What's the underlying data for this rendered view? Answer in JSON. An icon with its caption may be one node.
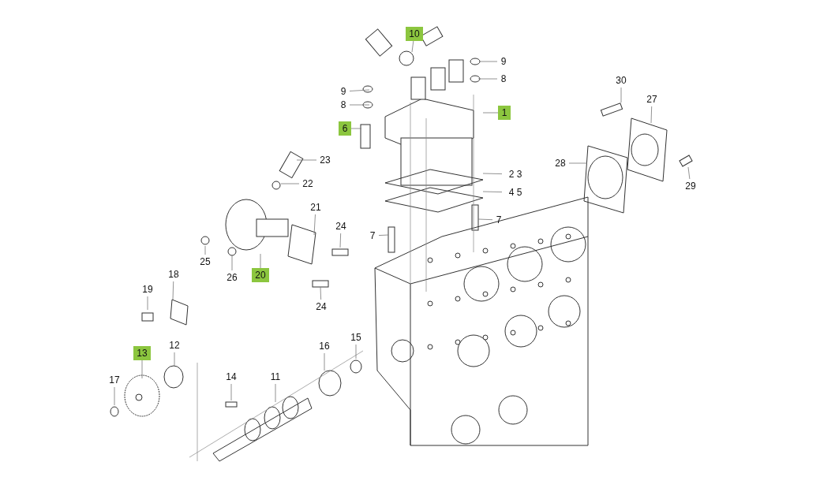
{
  "diagram": {
    "nodes": [
      {
        "text": [
          "10"
        ]
      },
      {
        "text": [
          "9"
        ]
      },
      {
        "text": [
          "8"
        ]
      },
      {
        "text": [
          "9"
        ]
      },
      {
        "text": [
          "8"
        ]
      },
      {
        "text": [
          "1"
        ]
      },
      {
        "text": [
          "6"
        ]
      },
      {
        "text": [
          "23"
        ]
      },
      {
        "text": [
          "22"
        ]
      },
      {
        "text": [
          "2 3"
        ]
      },
      {
        "text": [
          "4 5"
        ]
      },
      {
        "text": [
          "28"
        ]
      },
      {
        "text": [
          "30"
        ]
      },
      {
        "text": [
          "27"
        ]
      },
      {
        "text": [
          "29"
        ]
      },
      {
        "text": [
          "21"
        ]
      },
      {
        "text": [
          "24"
        ]
      },
      {
        "text": [
          "7"
        ]
      },
      {
        "text": [
          "7"
        ]
      },
      {
        "text": [
          "25"
        ]
      },
      {
        "text": [
          "26"
        ]
      },
      {
        "text": [
          "20"
        ]
      },
      {
        "text": [
          "24"
        ]
      },
      {
        "text": [
          "18"
        ]
      },
      {
        "text": [
          "19"
        ]
      },
      {
        "text": [
          "15"
        ]
      },
      {
        "text": [
          "16"
        ]
      },
      {
        "text": [
          "12"
        ]
      },
      {
        "text": [
          "13"
        ]
      },
      {
        "text": [
          "14"
        ]
      },
      {
        "text": [
          "11"
        ]
      },
      {
        "text": [
          "17"
        ]
      }
    ],
    "edges": [
      {
        "from": 0,
        "to": null,
        "arrow": "none"
      },
      {
        "from": 1,
        "to": null,
        "arrow": "none"
      },
      {
        "from": 2,
        "to": null,
        "arrow": "none"
      },
      {
        "from": 3,
        "to": null,
        "arrow": "none"
      },
      {
        "from": 4,
        "to": null,
        "arrow": "none"
      },
      {
        "from": 5,
        "to": null,
        "arrow": "none"
      },
      {
        "from": 6,
        "to": null,
        "arrow": "none"
      },
      {
        "from": 7,
        "to": null,
        "arrow": "none"
      },
      {
        "from": 8,
        "to": null,
        "arrow": "none"
      },
      {
        "from": 9,
        "to": null,
        "arrow": "none"
      },
      {
        "from": 10,
        "to": null,
        "arrow": "none"
      },
      {
        "from": 11,
        "to": null,
        "arrow": "none"
      },
      {
        "from": 12,
        "to": null,
        "arrow": "none"
      },
      {
        "from": 13,
        "to": null,
        "arrow": "none"
      },
      {
        "from": 14,
        "to": null,
        "arrow": "none"
      },
      {
        "from": 15,
        "to": null,
        "arrow": "none"
      },
      {
        "from": 16,
        "to": null,
        "arrow": "none"
      },
      {
        "from": 17,
        "to": null,
        "arrow": "none"
      },
      {
        "from": 18,
        "to": null,
        "arrow": "none"
      },
      {
        "from": 19,
        "to": null,
        "arrow": "none"
      },
      {
        "from": 20,
        "to": null,
        "arrow": "none"
      },
      {
        "from": 21,
        "to": null,
        "arrow": "none"
      },
      {
        "from": 22,
        "to": null,
        "arrow": "none"
      },
      {
        "from": 23,
        "to": null,
        "arrow": "none"
      },
      {
        "from": 24,
        "to": null,
        "arrow": "none"
      },
      {
        "from": 25,
        "to": null,
        "arrow": "none"
      },
      {
        "from": 26,
        "to": null,
        "arrow": "none"
      },
      {
        "from": 27,
        "to": null,
        "arrow": "none"
      },
      {
        "from": 28,
        "to": null,
        "arrow": "none"
      },
      {
        "from": 29,
        "to": null,
        "arrow": "none"
      },
      {
        "from": 30,
        "to": null,
        "arrow": "none"
      },
      {
        "from": 31,
        "to": null,
        "arrow": "none"
      }
    ]
  }
}
